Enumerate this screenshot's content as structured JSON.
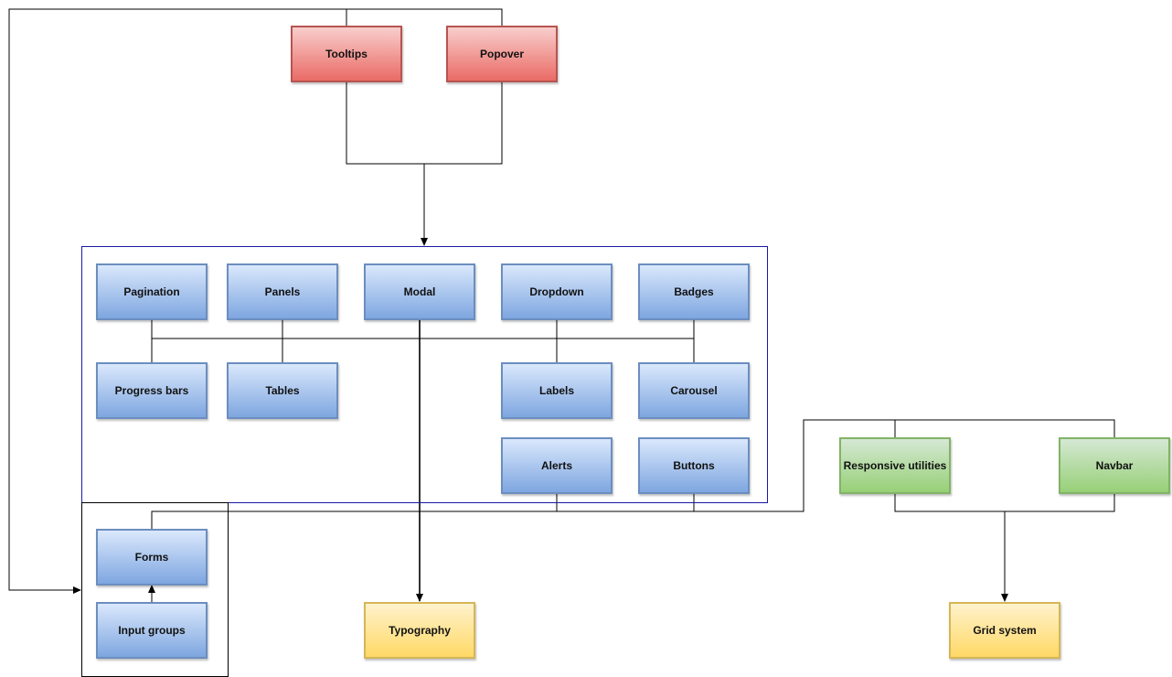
{
  "nodes": {
    "tooltips": "Tooltips",
    "popover": "Popover",
    "pagination": "Pagination",
    "panels": "Panels",
    "modal": "Modal",
    "dropdown": "Dropdown",
    "badges": "Badges",
    "progress_bars": "Progress bars",
    "tables": "Tables",
    "labels": "Labels",
    "carousel": "Carousel",
    "alerts": "Alerts",
    "buttons": "Buttons",
    "forms": "Forms",
    "input_groups": "Input groups",
    "typography": "Typography",
    "responsive_utilities": "Responsive utilities",
    "navbar": "Navbar",
    "grid_system": "Grid system"
  },
  "colors": {
    "blue_fill_top": "#dae8fc",
    "blue_fill_bottom": "#7ea6e0",
    "blue_stroke": "#6c8ebf",
    "red_fill_top": "#f8cecc",
    "red_fill_bottom": "#ea6b66",
    "red_stroke": "#b85450",
    "green_fill_top": "#d5e8d4",
    "green_fill_bottom": "#97d077",
    "green_stroke": "#82b366",
    "yellow_fill_top": "#fff2cc",
    "yellow_fill_bottom": "#ffd966",
    "yellow_stroke": "#d6b656",
    "group_border_blue": "#1a1aa6",
    "connector": "#000000"
  }
}
